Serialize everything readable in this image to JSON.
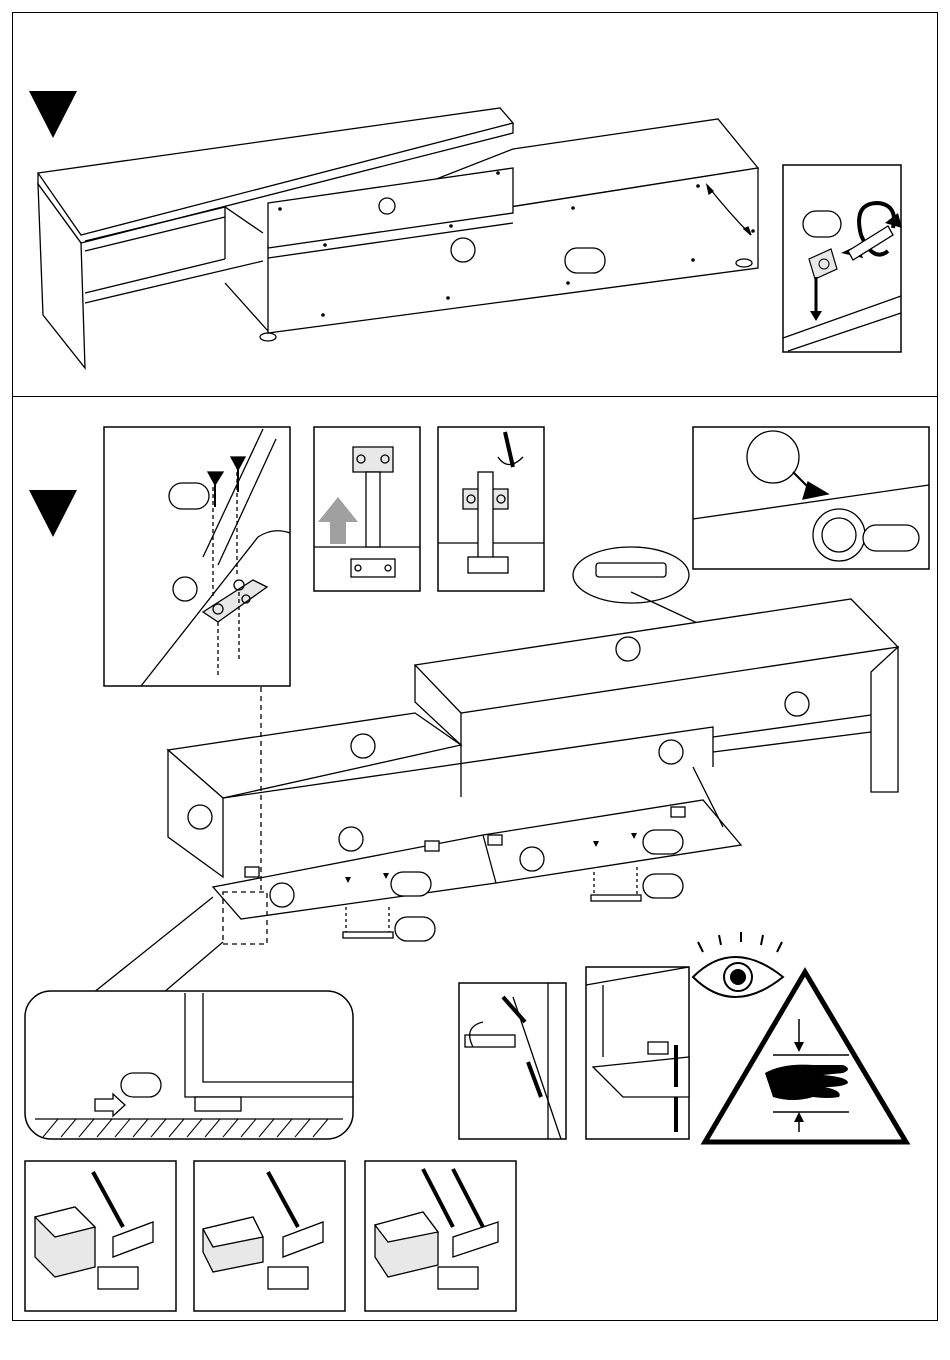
{
  "page": {
    "title": "",
    "steps": [
      {
        "id": "step-a",
        "marker": "down-triangle",
        "caption": ""
      },
      {
        "id": "step-b",
        "marker": "down-triangle",
        "caption": ""
      }
    ],
    "icons": [
      "down-triangle-icon",
      "rotate-arrow-icon",
      "screwdriver-icon",
      "eye-icon",
      "hand-warning-icon",
      "arrow-up-icon"
    ],
    "colors": {
      "line": "#000000",
      "fill": "#ffffff",
      "light_gray": "#e8e8e8",
      "mid_gray": "#a0a0a0",
      "dark": "#1a1a1a"
    }
  }
}
